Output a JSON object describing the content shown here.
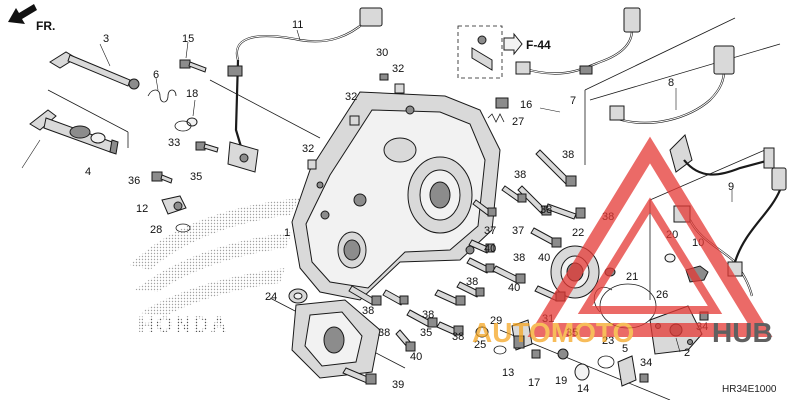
{
  "front_indicator": "FR.",
  "ref_block_label": "F-44",
  "diagram_code": "HR34E1000",
  "brand_watermark": "HONDA",
  "site_watermark": {
    "left": "AUTOMOTO",
    "right": "HUB"
  },
  "colors": {
    "watermark_red": "#e53935",
    "watermark_orange": "#f5a623",
    "line": "#1a1a1a"
  },
  "callouts": {
    "c1": "1",
    "c2": "2",
    "c3": "3",
    "c4": "4",
    "c5": "5",
    "c6": "6",
    "c7": "7",
    "c8": "8",
    "c9": "9",
    "c10": "10",
    "c11": "11",
    "c12": "12",
    "c13": "13",
    "c14": "14",
    "c15": "15",
    "c16": "16",
    "c17": "17",
    "c18": "18",
    "c19": "19",
    "c20": "20",
    "c21": "21",
    "c22": "22",
    "c23": "23",
    "c24": "24",
    "c25": "25",
    "c26": "26",
    "c27": "27",
    "c28": "28",
    "c29": "29",
    "c30": "30",
    "c31": "31",
    "c32a": "32",
    "c32b": "32",
    "c32c": "32",
    "c33": "33",
    "c34a": "34",
    "c34b": "34",
    "c35a": "35",
    "c35b": "35",
    "c36": "36",
    "c37a": "37",
    "c37b": "37",
    "c38a": "38",
    "c38b": "38",
    "c38c": "38",
    "c38d": "38",
    "c38e": "38",
    "c38f": "38",
    "c38g": "38",
    "c38h": "38",
    "c38i": "38",
    "c38j": "38",
    "c39": "39",
    "c40a": "40",
    "c40b": "40",
    "c40c": "40",
    "c40d": "40"
  }
}
